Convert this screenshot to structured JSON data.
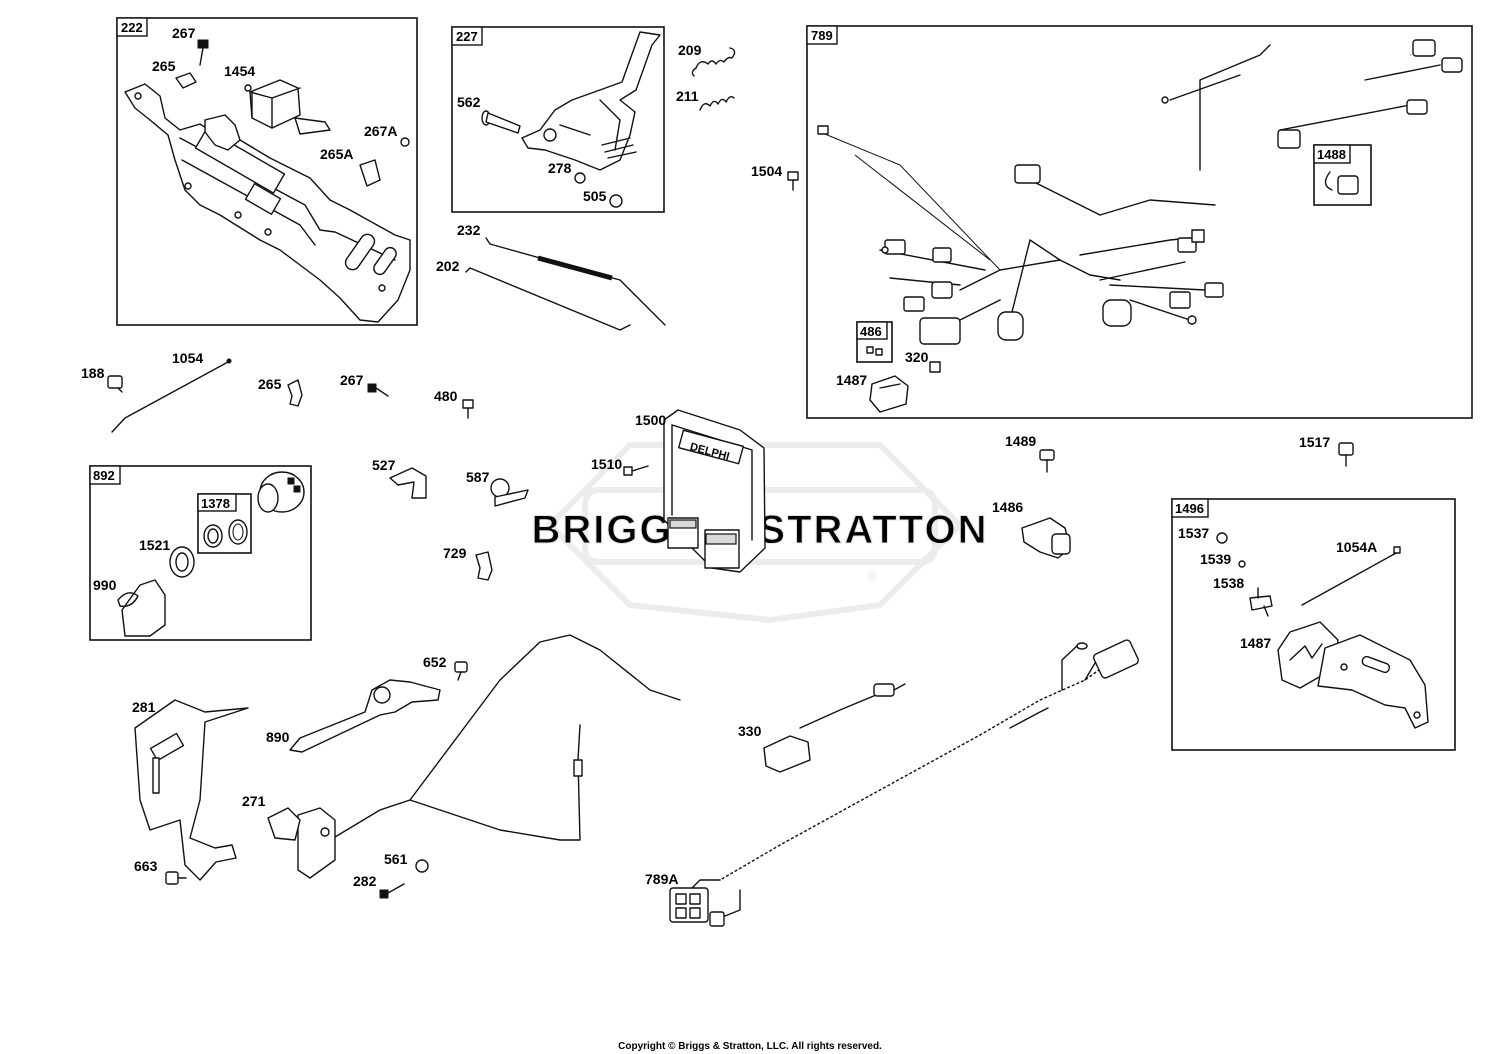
{
  "watermark": {
    "text": "BRIGGS & STRATTON",
    "registered": "®"
  },
  "copyright": "Copyright © Briggs & Stratton, LLC. All rights reserved.",
  "groups": {
    "g222": "222",
    "g227": "227",
    "g789": "789",
    "g1488": "1488",
    "g486": "486",
    "g892": "892",
    "g1378": "1378",
    "g1496": "1496"
  },
  "parts": {
    "p267": "267",
    "p265": "265",
    "p1454": "1454",
    "p267A": "267A",
    "p265A": "265A",
    "p562": "562",
    "p278": "278",
    "p505": "505",
    "p209": "209",
    "p211": "211",
    "p232": "232",
    "p202": "202",
    "p1504": "1504",
    "p320": "320",
    "p1487a": "1487",
    "p188": "188",
    "p1054": "1054",
    "p265b": "265",
    "p267b": "267",
    "p480": "480",
    "p1500": "1500",
    "p1510": "1510",
    "p527": "527",
    "p587": "587",
    "p729": "729",
    "p1521": "1521",
    "p990": "990",
    "p1489": "1489",
    "p1517": "1517",
    "p1486": "1486",
    "p1537": "1537",
    "p1539": "1539",
    "p1054A": "1054A",
    "p1538": "1538",
    "p1487b": "1487",
    "p652": "652",
    "p890": "890",
    "p281": "281",
    "p271": "271",
    "p561": "561",
    "p282": "282",
    "p663": "663",
    "p330": "330",
    "p789A": "789A"
  }
}
